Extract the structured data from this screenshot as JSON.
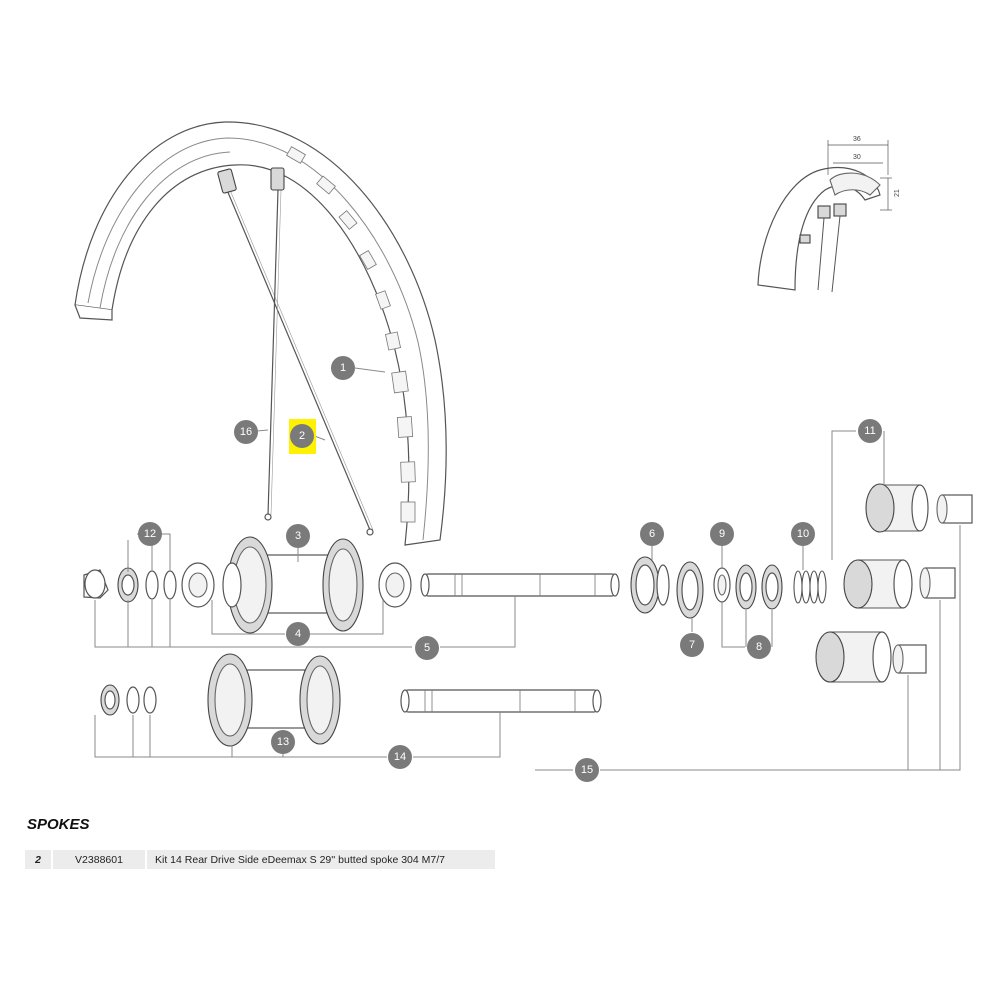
{
  "callouts": [
    {
      "label": "1"
    },
    {
      "label": "2"
    },
    {
      "label": "3"
    },
    {
      "label": "4"
    },
    {
      "label": "5"
    },
    {
      "label": "6"
    },
    {
      "label": "7"
    },
    {
      "label": "8"
    },
    {
      "label": "9"
    },
    {
      "label": "10"
    },
    {
      "label": "11"
    },
    {
      "label": "12"
    },
    {
      "label": "13"
    },
    {
      "label": "14"
    },
    {
      "label": "15"
    },
    {
      "label": "16"
    }
  ],
  "highlight": {
    "callout": "2",
    "color": "#fff200"
  },
  "dimensions": {
    "outer_width": "36",
    "inner_width": "30",
    "height": "21"
  },
  "section_title": "SPOKES",
  "parts_table": [
    {
      "number": "2",
      "reference": "V2388601",
      "description": "Kit 14 Rear Drive Side eDeemax S 29'' butted spoke 304 M7/7"
    }
  ],
  "colors": {
    "callout_fill": "#7a7a7a",
    "highlight": "#fff200",
    "row_background": "#ececec"
  }
}
